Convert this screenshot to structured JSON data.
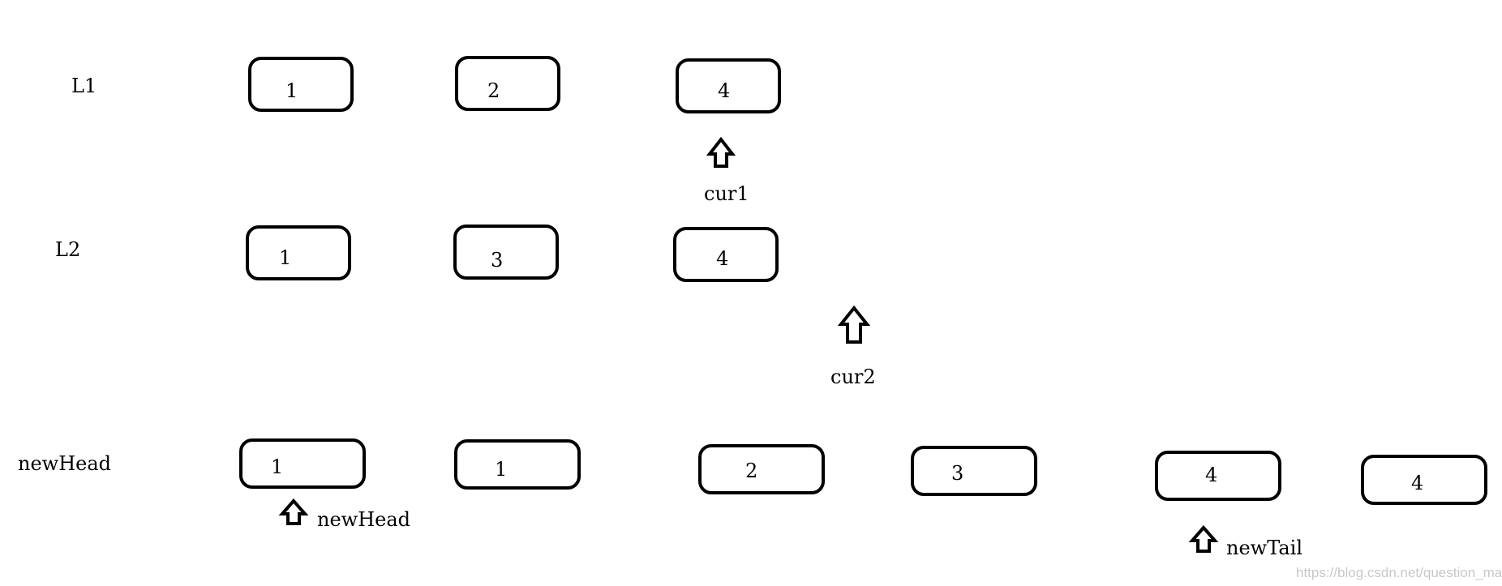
{
  "rows": [
    {
      "id": "l1",
      "label": "L1",
      "nodes": [
        "1",
        "2",
        "4"
      ]
    },
    {
      "id": "l2",
      "label": "L2",
      "nodes": [
        "1",
        "3",
        "4"
      ]
    },
    {
      "id": "new-head",
      "label": "newHead",
      "nodes": [
        "1",
        "1",
        "2",
        "3",
        "4",
        "4"
      ]
    }
  ],
  "pointers": [
    {
      "id": "cur1",
      "label": "cur1"
    },
    {
      "id": "cur2",
      "label": "cur2"
    },
    {
      "id": "new-head",
      "label": "newHead"
    },
    {
      "id": "new-tail",
      "label": "newTail"
    }
  ],
  "watermark": "https://blog.csdn.net/question_mark",
  "colors": {
    "stroke": "#000000",
    "background": "#ffffff",
    "watermark": "#c8c8c8"
  }
}
